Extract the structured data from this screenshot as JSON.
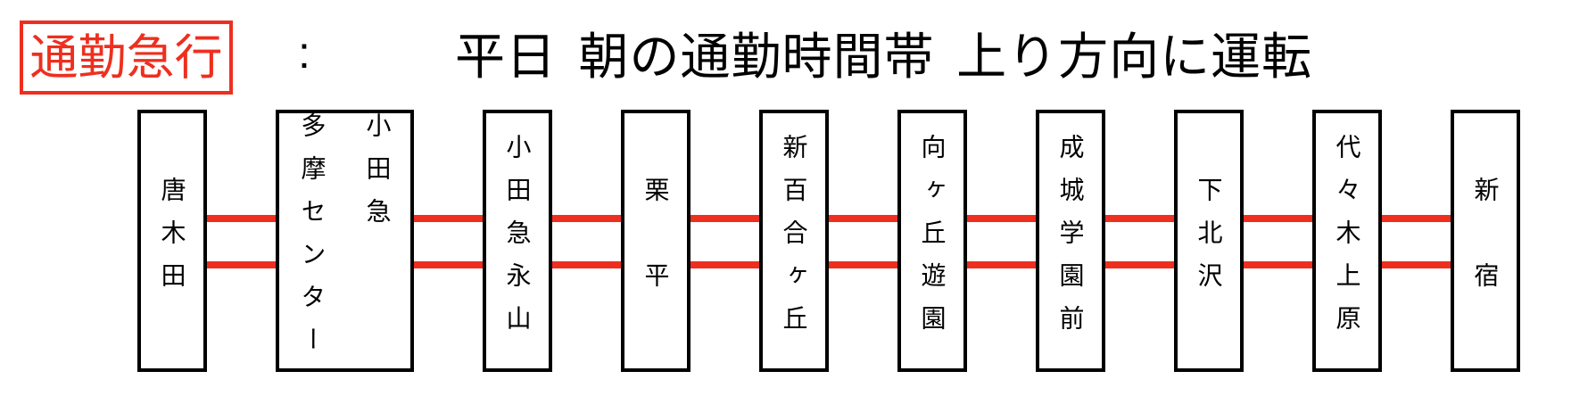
{
  "header": {
    "label": "通勤急行",
    "separator": ":",
    "description": "平日 朝の通勤時間帯 上り方向に運転"
  },
  "colors": {
    "accent_red": "#ee2f1f",
    "box_border": "#000000"
  },
  "diagram": {
    "track_line_count": 2,
    "stations": [
      {
        "columns": [
          "唐木田"
        ],
        "wide": false
      },
      {
        "columns": [
          "小田急",
          "多摩センター"
        ],
        "wide": true
      },
      {
        "columns": [
          "小田急永山"
        ],
        "wide": false
      },
      {
        "columns": [
          "栗　平"
        ],
        "wide": false
      },
      {
        "columns": [
          "新百合ヶ丘"
        ],
        "wide": false
      },
      {
        "columns": [
          "向ヶ丘遊園"
        ],
        "wide": false
      },
      {
        "columns": [
          "成城学園前"
        ],
        "wide": false
      },
      {
        "columns": [
          "下北沢"
        ],
        "wide": false
      },
      {
        "columns": [
          "代々木上原"
        ],
        "wide": false
      },
      {
        "columns": [
          "新　宿"
        ],
        "wide": false
      }
    ]
  }
}
